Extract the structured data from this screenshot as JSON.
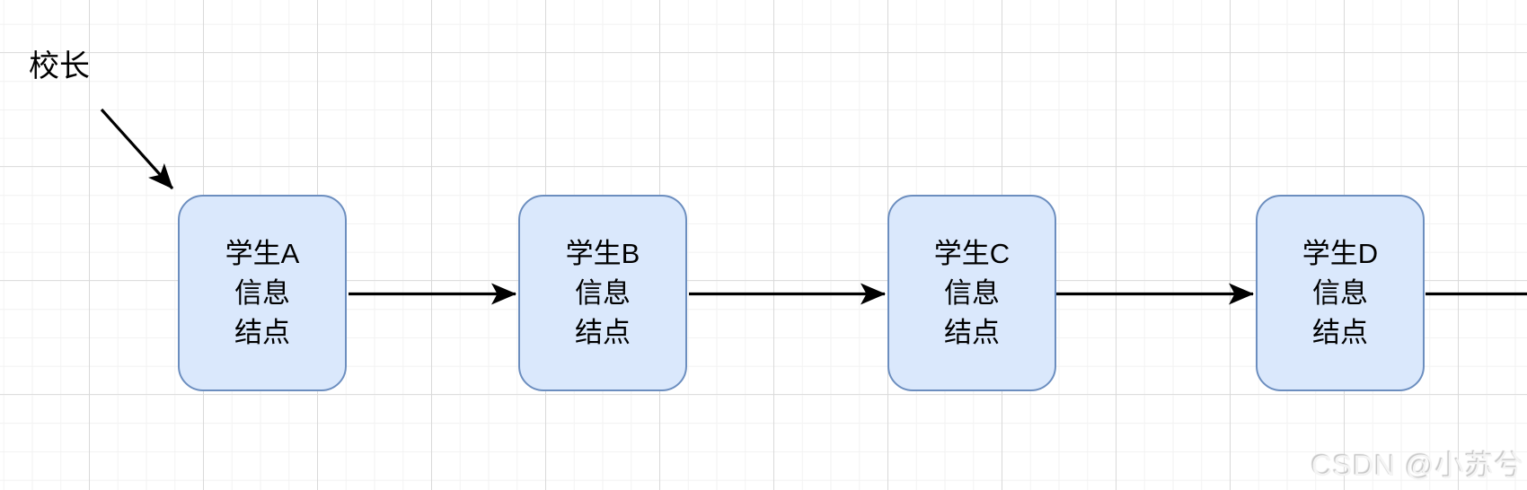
{
  "diagram": {
    "pointer_label": "校长",
    "nodes": [
      {
        "id": "student-a",
        "label": "学生A\n信息\n结点"
      },
      {
        "id": "student-b",
        "label": "学生B\n信息\n结点"
      },
      {
        "id": "student-c",
        "label": "学生C\n信息\n结点"
      },
      {
        "id": "student-d",
        "label": "学生D\n信息\n结点"
      }
    ],
    "edges": [
      {
        "from": "校长",
        "to": "学生A",
        "style": "diagonal-arrow"
      },
      {
        "from": "学生A",
        "to": "学生B",
        "style": "horizontal-arrow"
      },
      {
        "from": "学生B",
        "to": "学生C",
        "style": "horizontal-arrow"
      },
      {
        "from": "学生C",
        "to": "学生D",
        "style": "horizontal-arrow"
      },
      {
        "from": "学生D",
        "to": "(off-canvas)",
        "style": "horizontal-line"
      }
    ],
    "colors": {
      "node_fill": "#dae8fc",
      "node_border": "#6c8ebf",
      "edge": "#000000",
      "grid_minor": "#f2f2f2",
      "grid_major": "#dcdcdc",
      "text": "#000000",
      "watermark": "#e9e9e9"
    }
  },
  "watermark": {
    "text": "CSDN @小苏兮"
  }
}
